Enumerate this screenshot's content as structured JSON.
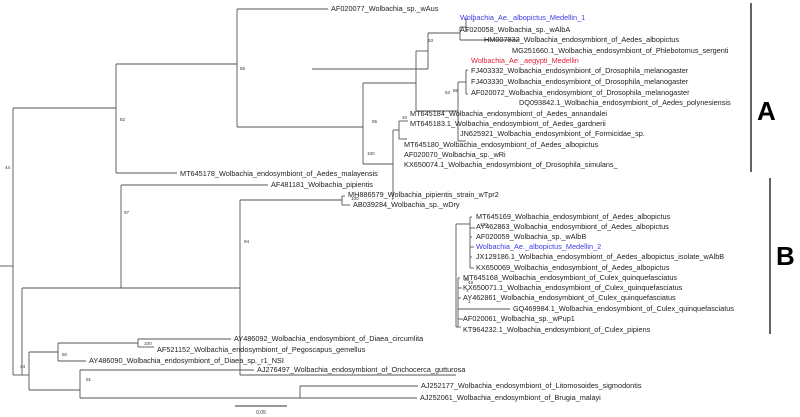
{
  "colors": {
    "branch": "#555555",
    "label": "#222222",
    "highlight_blue": "#3a3ae6",
    "highlight_red": "#e0223a",
    "bracket": "#111111"
  },
  "clades": {
    "a": {
      "label": "A"
    },
    "b": {
      "label": "B"
    }
  },
  "scale_bar": {
    "label": "0.05"
  },
  "taxa": [
    {
      "label": "AF020077_Wolbachia_sp._wAus"
    },
    {
      "label": "Wolbachia_Ae._albopictus_Medellin_1",
      "color": "blue"
    },
    {
      "label": "AF020058_Wolbachia_sp._wAlbA"
    },
    {
      "label": "HM007832_Wolbachia_endosymbiont_of_Aedes_albopictus"
    },
    {
      "label": "MG251660.1_Wolbachia_endosymbiont_of_Phlebotomus_sergenti"
    },
    {
      "label": "Wolbachia_Ae._aegypti_Medellin",
      "color": "red"
    },
    {
      "label": "FJ403332_Wolbachia_endosymbiont_of_Drosophila_melanogaster"
    },
    {
      "label": "FJ403330_Wolbachia_endosymbiont_of_Drosophila_melanogaster"
    },
    {
      "label": "AF020072_Wolbachia_endosymbiont_of_Drosophila_melanogaster"
    },
    {
      "label": "DQ093842.1_Wolbachia_endosymbiont_of_Aedes_polynesiensis"
    },
    {
      "label": "MT645184_Wolbachia_endosymbiont_of_Aedes_annandalei"
    },
    {
      "label": "MT645183.1_Wolbachia_endosymbiont_of_Aedes_gardnerii"
    },
    {
      "label": "JN625921_Wolbachia_endosymbiont_of_Formicidae_sp."
    },
    {
      "label": "MT645180_Wolbachia_endosymbiont_of_Aedes_albopictus"
    },
    {
      "label": "AF020070_Wolbachia_sp._wRi"
    },
    {
      "label": "KX650074.1_Wolbachia_endosymbiont_of_Drosophila_simulans_"
    },
    {
      "label": "MT645178_Wolbachia_endosymbiont_of_Aedes_malayensis"
    },
    {
      "label": "AF481181_Wolbachia_pipientis"
    },
    {
      "label": "MH886579_Wolbachia_pipientis_strain_wTpr2"
    },
    {
      "label": "AB039284_Wolbachia_sp._wDry"
    },
    {
      "label": "MT645169_Wolbachia_endosymbiont_of_Aedes_albopictus"
    },
    {
      "label": "AY462863_Wolbachia_endosymbiont_of_Aedes_albopictus"
    },
    {
      "label": "AF020059_Wolbachia_sp._wAlbB"
    },
    {
      "label": "Wolbachia_Ae._albopictus_Medellin_2",
      "color": "blue"
    },
    {
      "label": "JX129186.1_Wolbachia_endosymbiont_of_Aedes_albopictus_isolate_wAlbB"
    },
    {
      "label": "KX650069_Wolbachia_endosymbiont_of_Aedes_albopictus"
    },
    {
      "label": "MT645168_Wolbachia_endosymbiont_of_Culex_quinquefasciatus"
    },
    {
      "label": "KX650071.1_Wolbachia_endosymbiont_of_Culex_quinquefasciatus"
    },
    {
      "label": "AY462861_Wolbachia_endosymbiont_of_Culex_quinquefasciatus"
    },
    {
      "label": "GQ469984.1_Wolbachia_endosymbiont_of_Culex_quinquefasciatus"
    },
    {
      "label": "AF020061_Wolbachia_sp._wPup1"
    },
    {
      "label": "KT964232.1_Wolbachia_endosymbiont_of_Culex_pipiens"
    },
    {
      "label": "AY486092_Wolbachia_endosymbiont_of_Diaea_circumlita"
    },
    {
      "label": "AF521152_Wolbachia_endosymbiont_of_Pegoscapus_gemellus"
    },
    {
      "label": "AY486090_Wolbachia_endosymbiont_of_Diaea_sp._r1_NSI"
    },
    {
      "label": "AJ276497_Wolbachia_endosymbiont_of_Onchocerca_gutturosa"
    },
    {
      "label": "AJ252177_Wolbachia_endosymbiont_of_Litomosoides_sigmodontis"
    },
    {
      "label": "AJ252061_Wolbachia_endosymbiont_of_Brugia_malayi"
    }
  ],
  "bootstrap": [
    "44",
    "82",
    "55",
    "63",
    "63",
    "86",
    "55",
    "100",
    "10",
    "1",
    "100",
    "97",
    "100",
    "94",
    "1",
    "1",
    "46",
    "48",
    "100",
    "50",
    "44",
    "91"
  ]
}
